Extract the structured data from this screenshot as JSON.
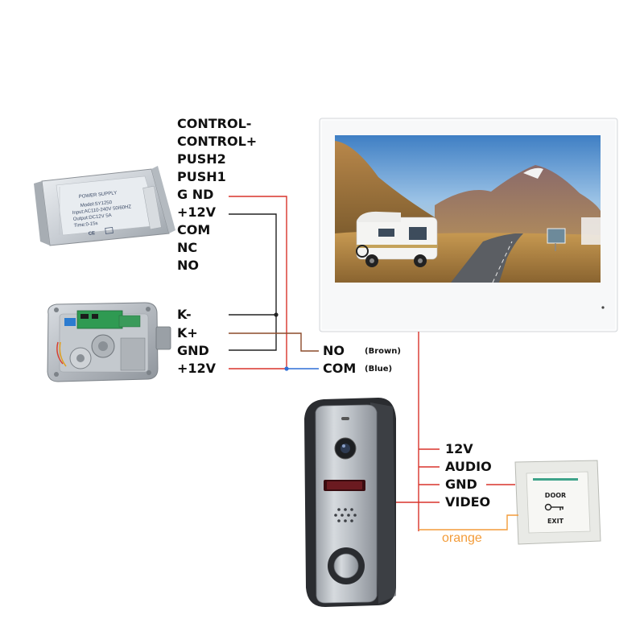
{
  "psu_terminals": [
    "CONTROL-",
    "CONTROL+",
    "PUSH2",
    "PUSH1",
    "G ND",
    "+12V",
    "COM",
    "NC",
    "NO"
  ],
  "psu_label": {
    "title": "POWER SUPPLY",
    "model": "Model:SY1250",
    "input": "Input:AC110-240V  50/60HZ",
    "output": "Output:DC12V 5A",
    "time": "Time:0-15s",
    "marks": "CE"
  },
  "lock_terminals": [
    "K-",
    "K+",
    "GND",
    "+12V"
  ],
  "monitor_relay": {
    "no_label": "NO",
    "no_color_label": "(Brown)",
    "com_label": "COM",
    "com_color_label": "(Blue)"
  },
  "outdoor_terminals": [
    "12V",
    "AUDIO",
    "GND",
    "VIDEO"
  ],
  "exit_button": {
    "line1": "DOOR",
    "line2": "EXIT"
  },
  "orange_wire_label": "orange",
  "colors": {
    "red_wire": "#d9342b",
    "black_wire": "#222222",
    "brown_wire": "#8b4a2a",
    "blue_wire": "#2f6fd6",
    "orange_wire": "#f39c3a"
  }
}
